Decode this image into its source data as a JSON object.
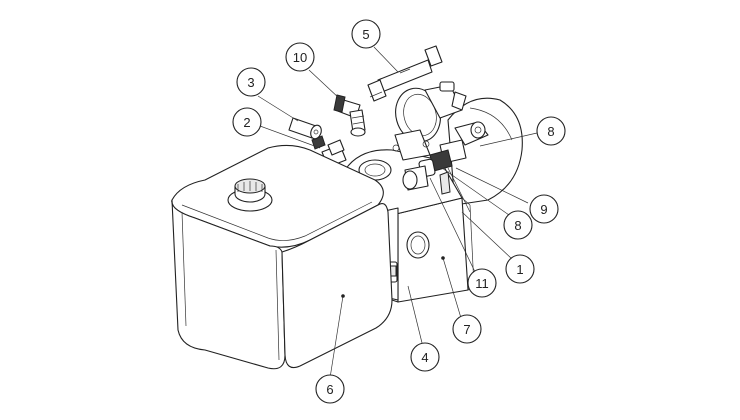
{
  "figure": {
    "type": "exploded-assembly-drawing",
    "callouts": [
      {
        "id": "callout-1",
        "label": "1"
      },
      {
        "id": "callout-2",
        "label": "2"
      },
      {
        "id": "callout-3",
        "label": "3"
      },
      {
        "id": "callout-4",
        "label": "4"
      },
      {
        "id": "callout-5",
        "label": "5"
      },
      {
        "id": "callout-6",
        "label": "6"
      },
      {
        "id": "callout-7",
        "label": "7"
      },
      {
        "id": "callout-8a",
        "label": "8"
      },
      {
        "id": "callout-8b",
        "label": "8"
      },
      {
        "id": "callout-9",
        "label": "9"
      },
      {
        "id": "callout-10",
        "label": "10"
      },
      {
        "id": "callout-11",
        "label": "11"
      }
    ]
  }
}
